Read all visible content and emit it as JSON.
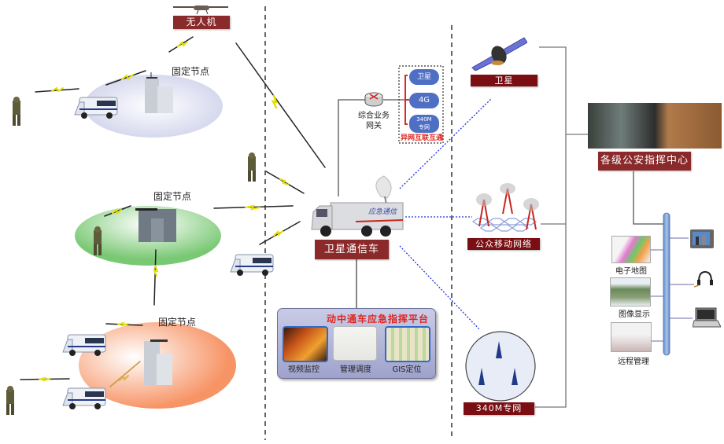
{
  "diagram": {
    "title": "动中通车应急指挥通信系统拓扑",
    "left_zone": {
      "uav": {
        "label": "无人机",
        "icon": "uav-icon"
      },
      "fixed_nodes": [
        {
          "label": "固定节点",
          "zone_color": "#dcdff0"
        },
        {
          "label": "固定节点",
          "zone_color": "#8fd08a"
        },
        {
          "label": "固定节点",
          "zone_color": "#f7a37a"
        }
      ],
      "wireless_link_color": "#e8e000"
    },
    "center_zone": {
      "gateway": {
        "label_line1": "综合业务",
        "label_line2": "网关",
        "icon": "router-icon"
      },
      "interconnect": {
        "clouds": [
          "卫星",
          "4G",
          "340M",
          "专网"
        ],
        "caption": "异网互联互通"
      },
      "vehicle": {
        "label": "卫星通信车",
        "icon": "satellite-truck-icon"
      },
      "platform": {
        "title": "动中通车应急指挥平台",
        "modules": [
          "视频监控",
          "管理调度",
          "GIS定位"
        ]
      }
    },
    "right_zone": {
      "networks": [
        {
          "label": "卫星",
          "icon": "satellite-icon"
        },
        {
          "label": "公众移动网络",
          "icon": "cell-tower-icon"
        },
        {
          "label": "340M专网",
          "icon": "private-network-icon"
        }
      ],
      "command_center": {
        "label": "各级公安指挥中心"
      },
      "applications": [
        "电子地图",
        "图像显示",
        "远程管理"
      ],
      "terminals": [
        "monitor-icon",
        "headset-icon",
        "laptop-icon"
      ]
    },
    "colors": {
      "label_bg": "#8b2a2a",
      "dotted_link": "#2233dd",
      "bus": "#7fa6d6",
      "platform_title": "#e0261f"
    }
  }
}
